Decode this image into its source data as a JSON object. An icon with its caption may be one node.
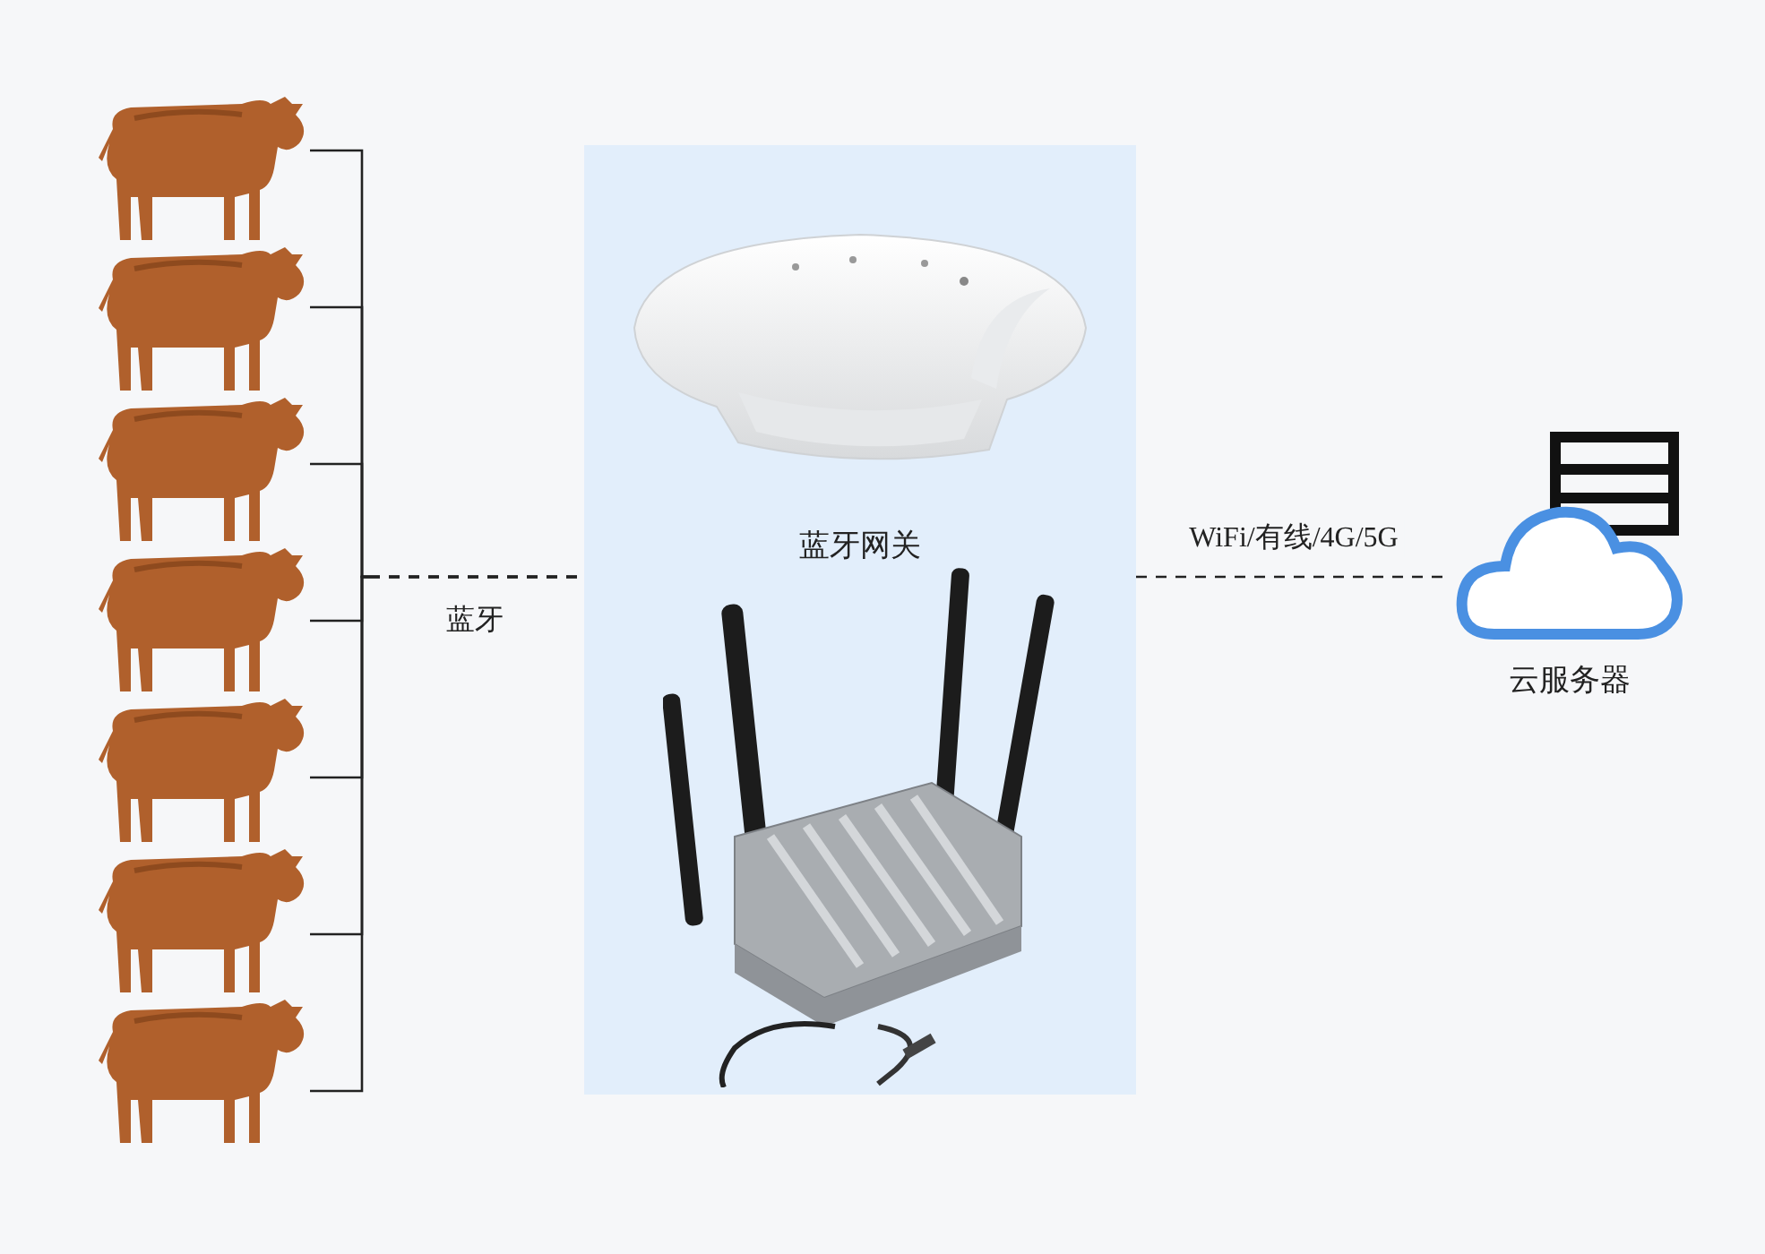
{
  "diagram": {
    "nodes": [
      {
        "text": [],
        "shape": "picture"
      },
      {
        "text": [],
        "shape": "picture"
      },
      {
        "text": [],
        "shape": "picture"
      },
      {
        "text": [],
        "shape": "picture"
      },
      {
        "text": [],
        "shape": "picture"
      },
      {
        "text": [],
        "shape": "picture"
      },
      {
        "text": [],
        "shape": "picture"
      },
      {
        "text": [
          "蓝牙网关"
        ]
      },
      {
        "text": [],
        "shape": "picture",
        "in": 7
      },
      {
        "text": [],
        "shape": "picture",
        "in": 7
      },
      {
        "text": [
          "云服务器"
        ]
      }
    ],
    "edges": [
      {
        "from": 0,
        "to": 7,
        "arrow": "none",
        "style": "dashed",
        "label": "蓝牙"
      },
      {
        "from": 1,
        "to": 7,
        "arrow": "none",
        "style": "dashed"
      },
      {
        "from": 2,
        "to": 7,
        "arrow": "none",
        "style": "dashed"
      },
      {
        "from": 3,
        "to": 7,
        "arrow": "none",
        "style": "dashed"
      },
      {
        "from": 4,
        "to": 7,
        "arrow": "none",
        "style": "dashed"
      },
      {
        "from": 5,
        "to": 7,
        "arrow": "none",
        "style": "dashed"
      },
      {
        "from": 6,
        "to": 7,
        "arrow": "none",
        "style": "dashed"
      },
      {
        "from": 7,
        "to": 10,
        "arrow": "none",
        "style": "dashed",
        "label": "WiFi/有线/4G/5G"
      }
    ]
  }
}
